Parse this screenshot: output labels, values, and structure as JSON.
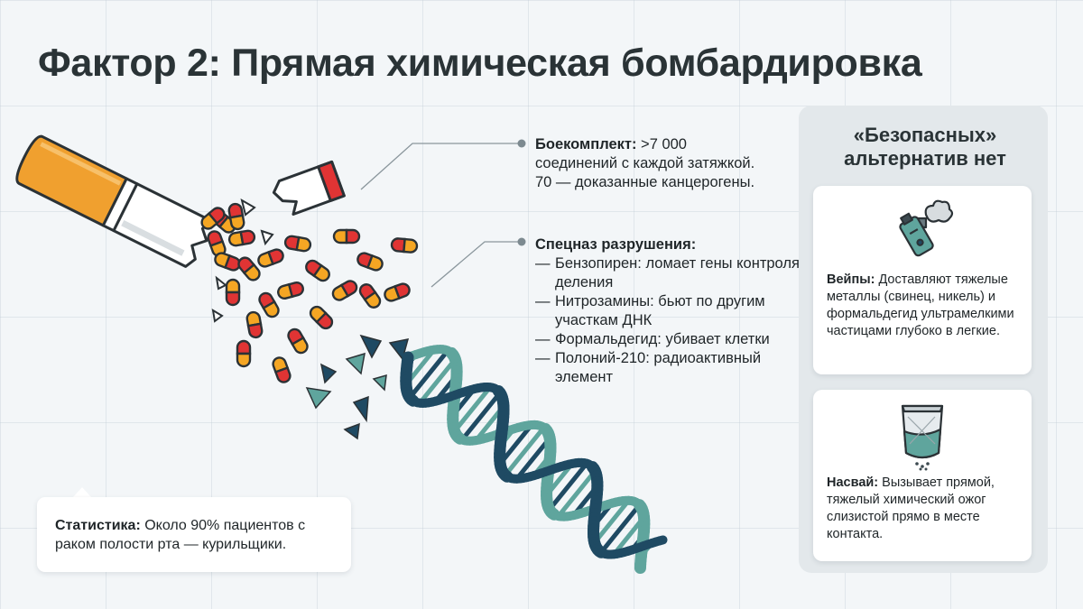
{
  "title": "Фактор 2: Прямая химическая бомбардировка",
  "callout_ammo": {
    "label": "Боекомплект:",
    "text": " >7 000 соединений с каждой затяжкой. 70 — доказанные канцерогены."
  },
  "callout_squad": {
    "label": "Спецназ разрушения:",
    "items": [
      {
        "dash": "—",
        "text": "Бензопирен: ломает гены контроля деления"
      },
      {
        "dash": "—",
        "text": "Нитрозамины: бьют по другим участкам ДНК"
      },
      {
        "dash": "—",
        "text": "Формальдегид: убивает клетки"
      },
      {
        "dash": "—",
        "text": "Полоний-210: радиоактивный элемент"
      }
    ]
  },
  "panel": {
    "title": "«Безопасных» альтернатив нет",
    "cards": [
      {
        "icon": "vape-icon",
        "label": "Вейпы:",
        "text": " Доставляют тяжелые металлы (свинец, никель) и формальдегид ультрамелкими частицами глубоко в легкие."
      },
      {
        "icon": "snus-pouch-icon",
        "label": "Насвай:",
        "text": " Вызывает прямой, тяжелый химический ожог слизистой прямо в месте контакта."
      }
    ]
  },
  "stat": {
    "label": "Статистика:",
    "text": " Около 90% пациентов с раком полости рта — курильщики."
  },
  "colors": {
    "capsule_red": "#e03434",
    "capsule_orange": "#f5a623",
    "dna_dark": "#1f4a63",
    "dna_light": "#5fa59d",
    "filter_orange": "#f0a02f"
  }
}
